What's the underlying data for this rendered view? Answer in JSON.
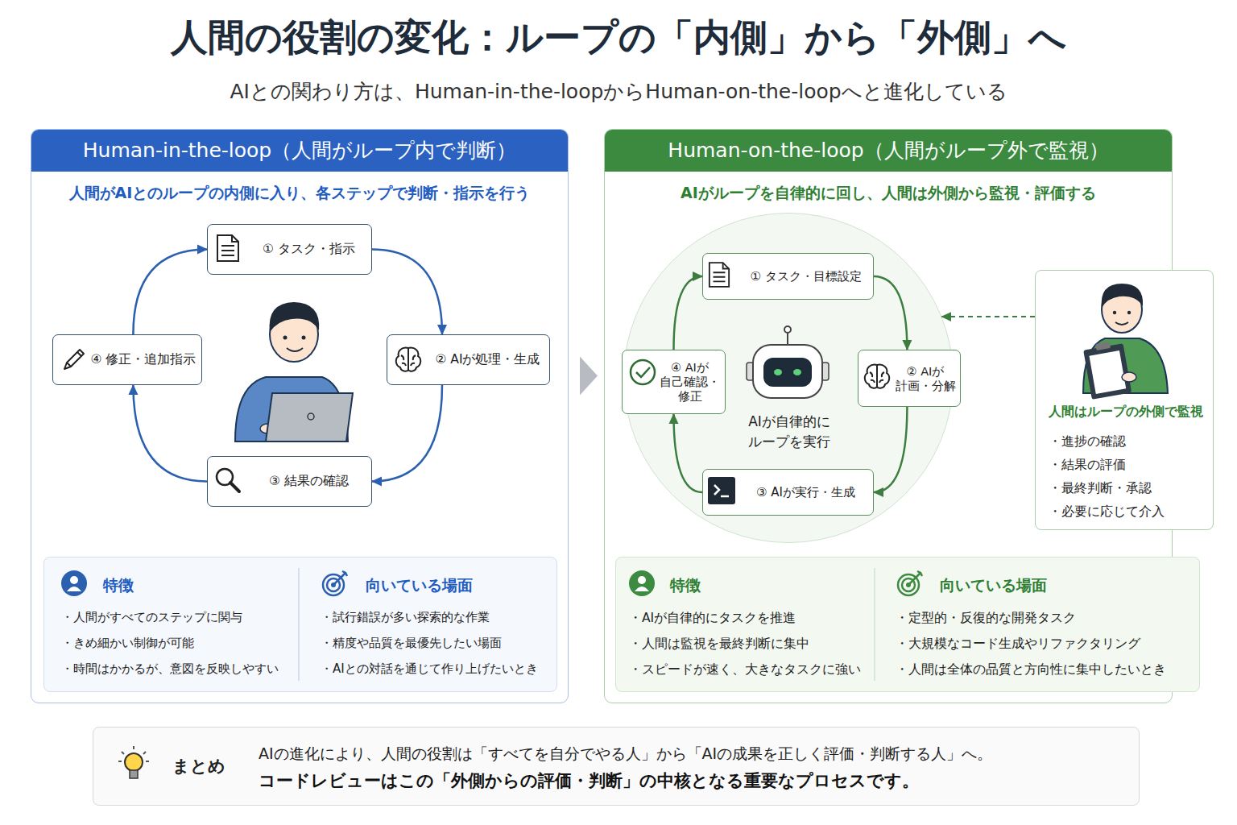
{
  "diagram": {
    "title": "人間の役割の変化：ループの「内側」から「外側」へ",
    "nodes": [
      {
        "text": [
          "Human-in-the-loop（人間がループ内で判断）",
          "人間がAIとのループの内側に入り、各ステップで判断・指示を行う"
        ]
      },
      {
        "text": [
          "① タスク・指示"
        ],
        "in": 0
      },
      {
        "text": [
          "② AIが処理・生成"
        ],
        "in": 0
      },
      {
        "text": [
          "③ 結果の確認"
        ],
        "in": 0
      },
      {
        "text": [
          "④ 修正・追加指示"
        ],
        "in": 0
      },
      {
        "text": [
          "特徴",
          "・人間がすべてのステップに関与",
          "・きめ細かい制御が可能",
          "・時間はかかるが、意図を反映しやすい",
          "向いている場面",
          "・試行錯誤が多い探索的な作業",
          "・精度や品質を最優先したい場面",
          "・AIとの対話を通じて作り上げたいとき"
        ],
        "in": 0
      },
      {
        "text": [
          "Human-on-the-loop（人間がループ外で監視）",
          "AIがループを自律的に回し、人間は外側から監視・評価する"
        ]
      },
      {
        "text": [
          "AIが自律的に ループを実行"
        ],
        "in": 6
      },
      {
        "text": [
          "① タスク・目標設定"
        ],
        "in": 7
      },
      {
        "text": [
          "② AIが 計画・分解"
        ],
        "in": 7
      },
      {
        "text": [
          "③ AIが実行・生成"
        ],
        "in": 7
      },
      {
        "text": [
          "④ AIが 自己確認・ 修正"
        ],
        "in": 7
      },
      {
        "text": [
          "人間はループの外側で監視",
          "・進捗の確認",
          "・結果の評価",
          "・最終判断・承認",
          "・必要に応じて介入"
        ],
        "in": 6
      },
      {
        "text": [
          "特徴",
          "・AIが自律的にタスクを推進",
          "・人間は監視を最終判断に集中",
          "・スピードが速く、大きなタスクに強い",
          "向いている場面",
          "・定型的・反復的な開発タスク",
          "・大規模なコード生成やリファクタリング",
          "・人間は全体の品質と方向性に集中したいとき"
        ],
        "in": 6
      },
      {
        "text": [
          "まとめ",
          "AIの進化により、人間の役割は「すべてを自分でやる人」から「AIの成果を正しく評価・判断する人」へ。",
          "コードレビューはこの「外側からの評価・判断」の中核となる重要なプロセスです。"
        ]
      }
    ],
    "edges": [
      {
        "from": 1,
        "to": 2,
        "arrow": "to"
      },
      {
        "from": 2,
        "to": 3,
        "arrow": "to"
      },
      {
        "from": 3,
        "to": 4,
        "arrow": "to"
      },
      {
        "from": 4,
        "to": 1,
        "arrow": "to"
      },
      {
        "from": 8,
        "to": 9,
        "arrow": "to"
      },
      {
        "from": 9,
        "to": 10,
        "arrow": "to"
      },
      {
        "from": 10,
        "to": 11,
        "arrow": "to"
      },
      {
        "from": 11,
        "to": 8,
        "arrow": "to"
      },
      {
        "from": 12,
        "to": 7,
        "arrow": "to"
      },
      {
        "from": 0,
        "to": 6,
        "arrow": "to"
      }
    ],
    "labels": [
      "AIとの関わり方は、Human-in-the-loopからHuman-on-the-loopへと進化している"
    ]
  }
}
